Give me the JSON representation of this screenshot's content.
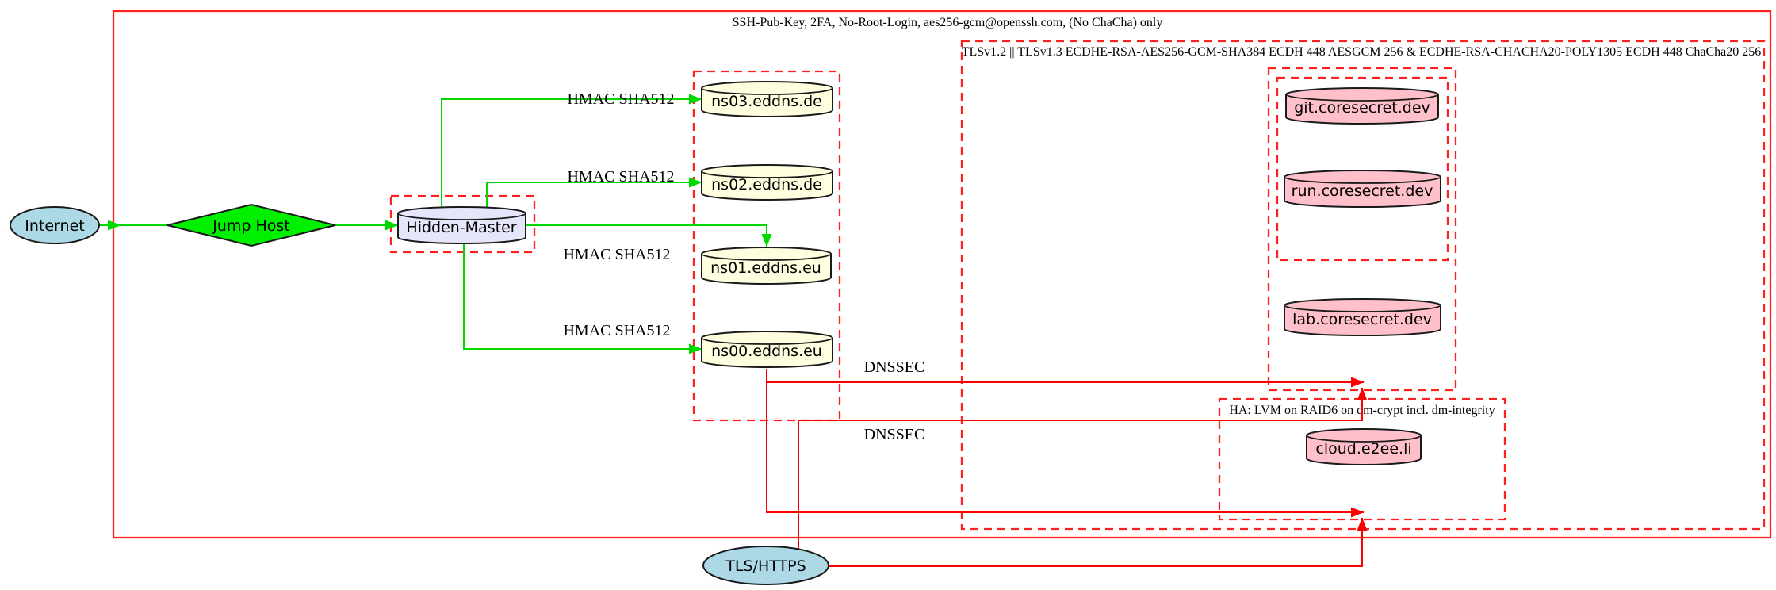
{
  "diagram": {
    "title": "DNS / secret-infrastructure security architecture diagram",
    "nodes": {
      "internet": "Internet",
      "jump_host": "Jump Host",
      "hidden_master": "Hidden-Master",
      "ns03": "ns03.eddns.de",
      "ns02": "ns02.eddns.de",
      "ns01": "ns01.eddns.eu",
      "ns00": "ns00.eddns.eu",
      "git": "git.coresecret.dev",
      "run": "run.coresecret.dev",
      "lab": "lab.coresecret.dev",
      "cloud": "cloud.e2ee.li",
      "tls_https": "TLS/HTTPS"
    },
    "cluster_labels": {
      "ssh": "SSH-Pub-Key, 2FA, No-Root-Login, aes256-gcm@openssh.com, (No ChaCha) only",
      "tls": "TLSv1.2 || TLSv1.3 ECDHE-RSA-AES256-GCM-SHA384 ECDH 448 AESGCM 256 & ECDHE-RSA-CHACHA20-POLY1305 ECDH 448 ChaCha20 256",
      "ha": "HA: LVM on RAID6 on dm-crypt incl. dm-integrity"
    },
    "edge_labels": {
      "hmac_ns03": "HMAC SHA512",
      "hmac_ns02": "HMAC SHA512",
      "hmac_ns01": "HMAC SHA512",
      "hmac_ns00": "HMAC SHA512",
      "dnssec_1": "DNSSEC",
      "dnssec_2": "DNSSEC"
    },
    "colors": {
      "node_blue": "#ADD8E6",
      "node_green": "#00F000",
      "node_yellow": "#FFFFE0",
      "node_lavender": "#E6E6FA",
      "node_pink": "#FFC0CB",
      "edge_green": "#00D800",
      "edge_red": "#FF0000",
      "cluster_red": "#FF2020",
      "border_black": "#1A1A1A"
    }
  }
}
